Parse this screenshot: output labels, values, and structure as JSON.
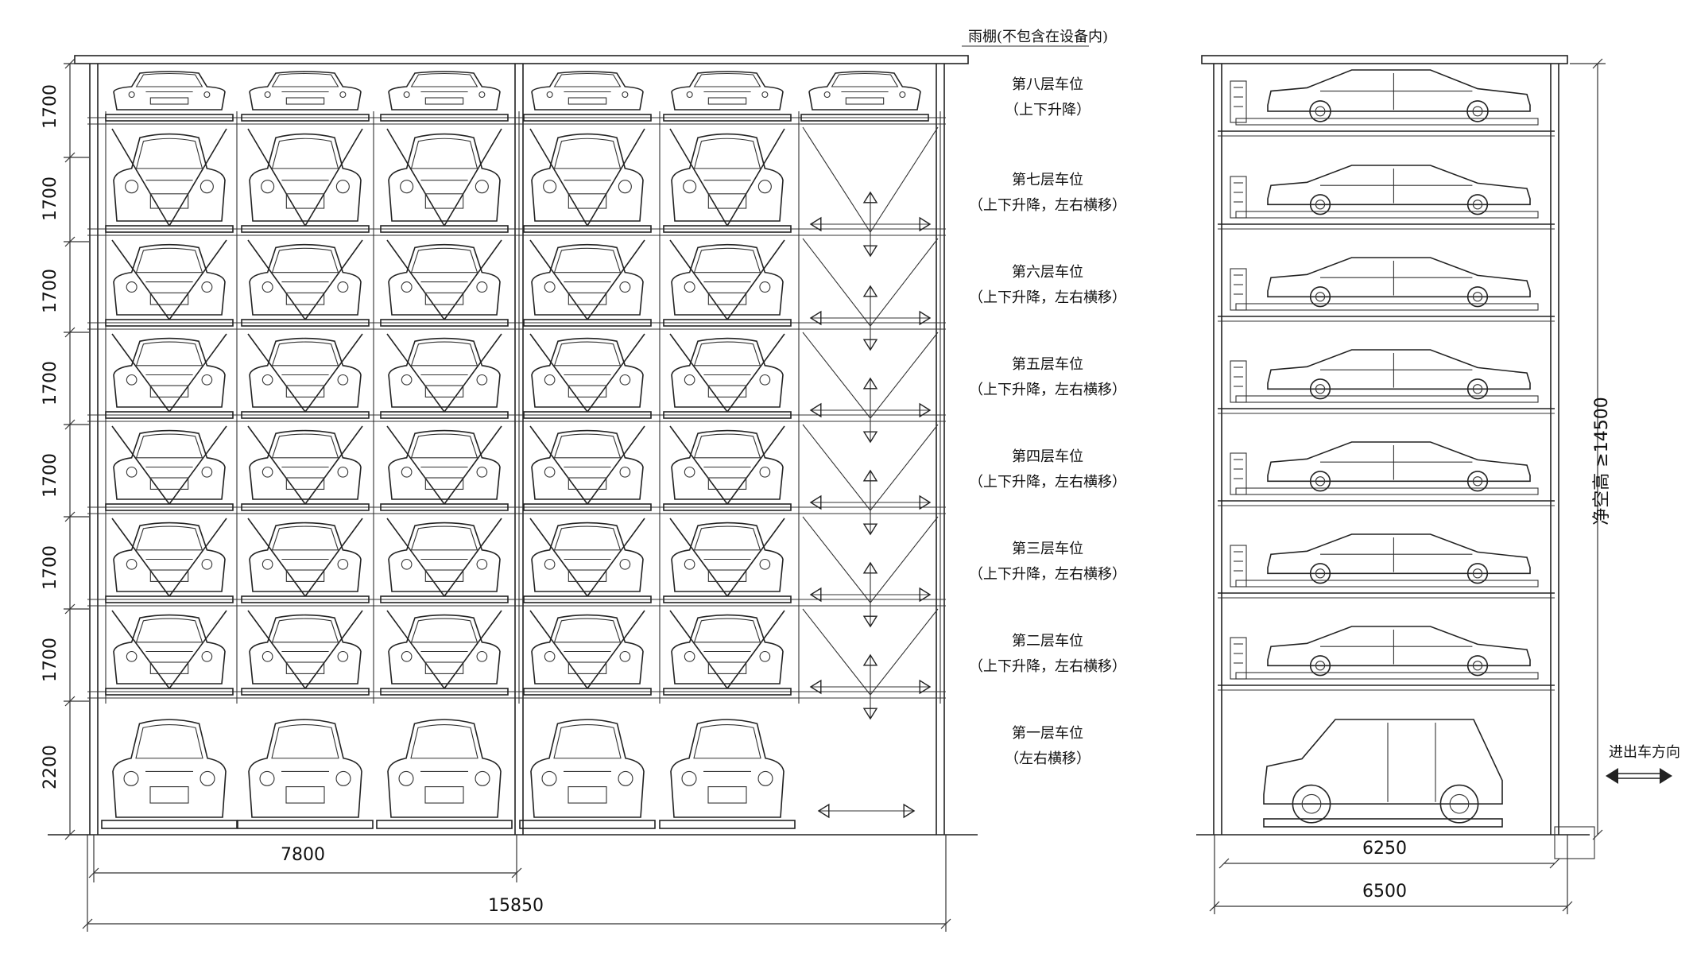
{
  "canopy_label": "雨棚(不包含在设备内)",
  "front_view": {
    "row_heights": [
      "1700",
      "1700",
      "1700",
      "1700",
      "1700",
      "1700",
      "1700",
      "2200"
    ],
    "levels": [
      {
        "name": "第八层车位",
        "motion": "（上下升降）"
      },
      {
        "name": "第七层车位",
        "motion": "（上下升降，左右横移）"
      },
      {
        "name": "第六层车位",
        "motion": "（上下升降，左右横移）"
      },
      {
        "name": "第五层车位",
        "motion": "（上下升降，左右横移）"
      },
      {
        "name": "第四层车位",
        "motion": "（上下升降，左右横移）"
      },
      {
        "name": "第三层车位",
        "motion": "（上下升降，左右横移）"
      },
      {
        "name": "第二层车位",
        "motion": "（上下升降，左右横移）"
      },
      {
        "name": "第一层车位",
        "motion": "（左右横移）"
      }
    ],
    "dim_half_width": "7800",
    "dim_total_width": "15850"
  },
  "side_view": {
    "height_label": "净空高 ≥14500",
    "dim_inner": "6250",
    "dim_outer": "6500",
    "entry_direction": "进出车方向"
  }
}
